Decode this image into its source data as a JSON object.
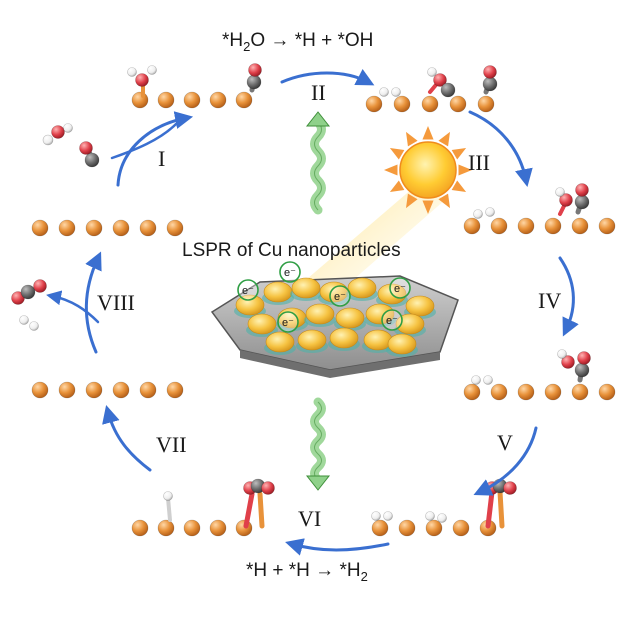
{
  "equations": {
    "top": {
      "a": "*H",
      "a_sub": "2",
      "b": "O → *H + *OH"
    },
    "bottom": {
      "a": "*H + *H → *H",
      "a_sub": "2"
    }
  },
  "center_label": "LSPR of Cu nanoparticles",
  "electron_label": "e⁻",
  "steps": [
    "I",
    "II",
    "III",
    "IV",
    "V",
    "VI",
    "VII",
    "VIII"
  ],
  "colors": {
    "cu_atom": "#e8923a",
    "oxygen": "#e0404a",
    "carbon": "#6d6d6d",
    "hydrogen": "#f4f4f4",
    "arrow_blue": "#3a6fd0",
    "light_wave": "#8fd18a",
    "sun": "#ffcc33",
    "sun_ray": "#f59a3c",
    "electron_ring": "#2f9e44",
    "plate": "#8e8e8e"
  }
}
